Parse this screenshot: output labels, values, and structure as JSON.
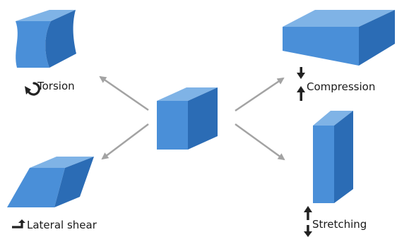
{
  "labels": {
    "torsion": "Torsion",
    "compression": "Compression",
    "lateral_shear": "Lateral shear",
    "stretching": "Stretching"
  },
  "colors": {
    "cube_top": "#7fb3e6",
    "cube_front": "#4a8fd8",
    "cube_side": "#2b6cb5",
    "arrow": "#a3a3a3",
    "icon": "#222222",
    "text": "#1a1a1a"
  },
  "icons": {
    "torsion": "rotate-arrow-icon",
    "compression": "inward-arrows-icon",
    "lateral_shear": "shear-arrow-icon",
    "stretching": "outward-arrows-icon"
  }
}
